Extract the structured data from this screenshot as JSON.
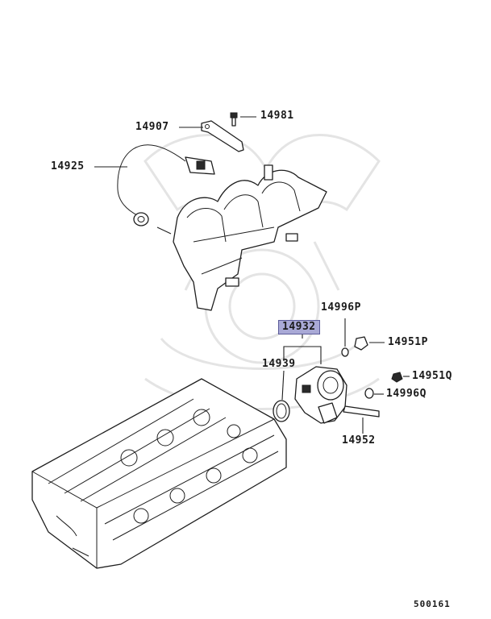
{
  "labels": {
    "p14981": "14981",
    "p14907": "14907",
    "p14925": "14925",
    "p14932": "14932",
    "p14996p": "14996P",
    "p14951p": "14951P",
    "p14939": "14939",
    "p14951q": "14951Q",
    "p14996q": "14996Q",
    "p14952": "14952"
  },
  "diagram_ref": "500161",
  "highlight_color": "#a9a9d6"
}
